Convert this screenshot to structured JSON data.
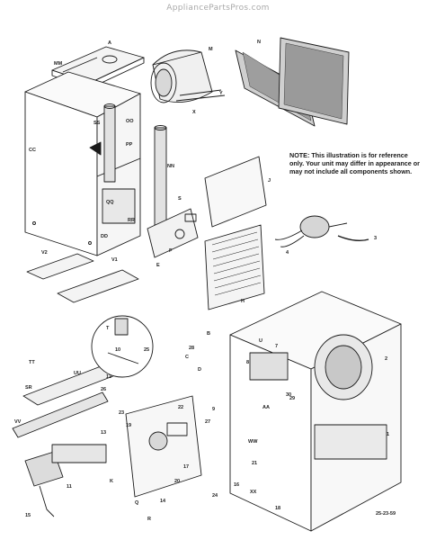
{
  "header": {
    "watermark": "AppliancePartsPros.com"
  },
  "note": "NOTE:   This illustration is for reference only.   Your unit may differ in appearance or may not include all components shown.",
  "figure_number": "25-23-59",
  "callouts": {
    "A": "A",
    "M": "M",
    "N": "N",
    "Y": "Y",
    "X": "X",
    "MM": "MM",
    "SS": "SS",
    "OO": "OO",
    "PP": "PP",
    "CC": "CC",
    "NN": "NN",
    "S": "S",
    "J": "J",
    "QQ": "QQ",
    "RR": "RR",
    "DD": "DD",
    "E": "E",
    "F": "F",
    "V2": "V2",
    "V1": "V1",
    "H": "H",
    "4": "4",
    "3": "3",
    "2": "2",
    "1": "1",
    "T": "T",
    "TT": "TT",
    "UU": "UU",
    "SR": "SR",
    "VV": "VV",
    "B": "B",
    "C": "C",
    "D": "D",
    "U": "U",
    "7": "7",
    "8": "8",
    "AA": "AA",
    "WW": "WW",
    "XX": "XX",
    "9": "9",
    "10": "10",
    "11": "11",
    "12": "12",
    "13": "13",
    "14": "14",
    "15": "15",
    "16": "16",
    "17": "17",
    "18": "18",
    "19": "19",
    "20": "20",
    "21": "21",
    "22": "22",
    "23": "23",
    "24": "24",
    "25": "25",
    "26": "26",
    "27": "27",
    "28": "28",
    "29": "29",
    "30": "30",
    "Q": "Q",
    "R": "R",
    "K": "K"
  }
}
